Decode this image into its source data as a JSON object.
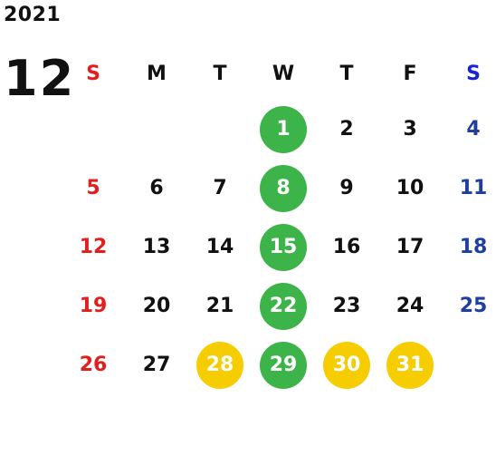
{
  "year": "2021",
  "month": "12",
  "weekdays": [
    "S",
    "M",
    "T",
    "W",
    "T",
    "F",
    "S"
  ],
  "days": [
    "1",
    "2",
    "3",
    "4",
    "5",
    "6",
    "7",
    "8",
    "9",
    "10",
    "11",
    "12",
    "13",
    "14",
    "15",
    "16",
    "17",
    "18",
    "19",
    "20",
    "21",
    "22",
    "23",
    "24",
    "25",
    "26",
    "27",
    "28",
    "29",
    "30",
    "31"
  ],
  "colors": {
    "sunday": "#e02020",
    "saturday": "#1f3fa0",
    "highlight_green": "#3db44a",
    "highlight_yellow": "#f5cd00"
  }
}
